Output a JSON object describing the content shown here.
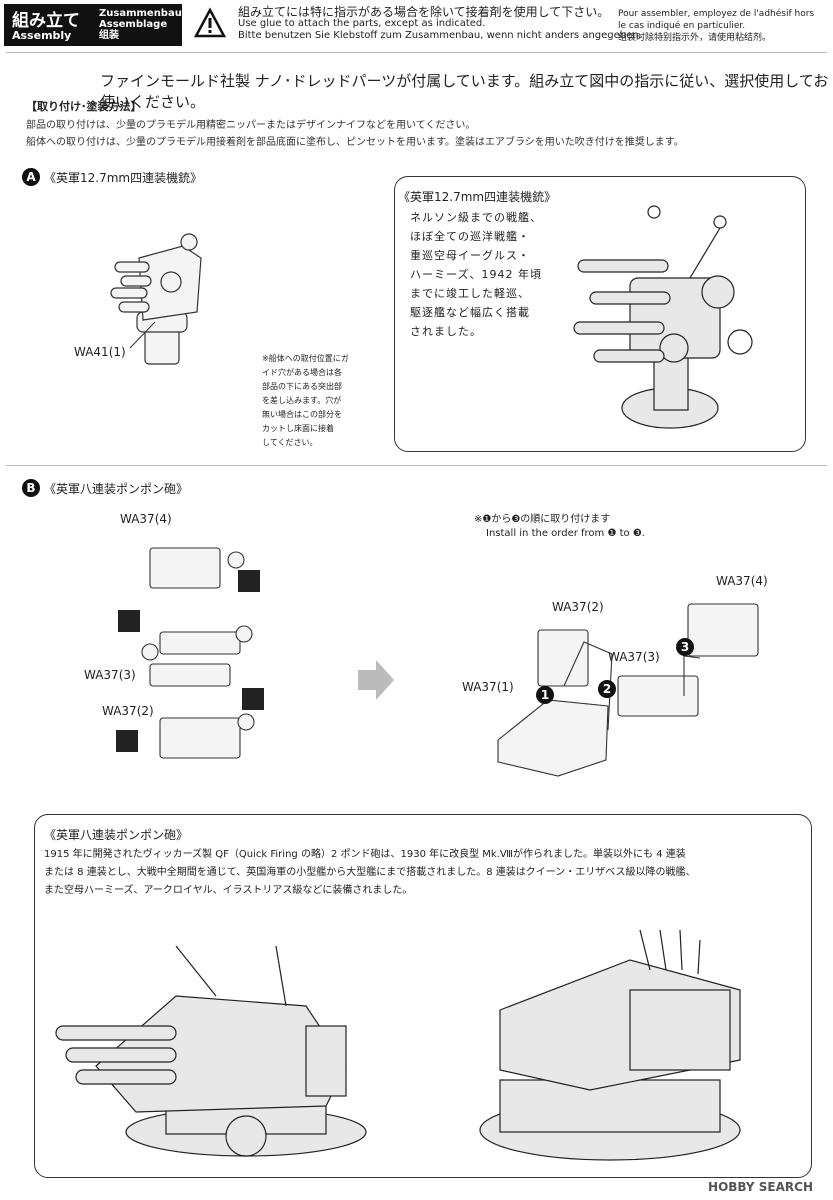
{
  "header": {
    "ja_title": "組み立て",
    "en_title": "Assembly",
    "de_title": "Zusammenbau",
    "fr_title": "Assemblage",
    "cn_title": "组装",
    "warning_ja": "組み立てには特に指示がある場合を除いて接着剤を使用して下さい。",
    "warning_en": "Use glue to attach the parts, except as indicated.",
    "warning_de": "Bitte benutzen Sie Klebstoff zum Zusammenbau, wenn nicht anders angegeben.",
    "warning_fr_1": "Pour assembler, employez de l'adhésif hors",
    "warning_fr_2": "le cas indiqué en particulier.",
    "warning_cn": "组装时除特别指示外，请使用粘结剂。"
  },
  "intro": {
    "title": "ファインモールド社製 ナノ･ドレッドパーツが付属しています。組み立て図中の指示に従い、選択使用してお使いください。",
    "method_title": "【取り付け･塗装方法】",
    "lines": [
      "部品の取り付けは、少量のプラモデル用精密ニッパーまたはデザインナイフなどを用いてください。",
      "船体への取り付けは、少量のプラモデル用接着剤を部品底面に塗布し、ピンセットを用います。塗装はエアブラシを用いた吹き付けを推奨します。"
    ]
  },
  "section_a": {
    "marker": "A",
    "title": "《英軍12.7mm四連装機銃》",
    "part_label": "WA41(1)",
    "note_lines": [
      "※船体への取付位置にガ",
      "イド穴がある場合は各",
      "部品の下にある突出部",
      "を差し込みます。穴が",
      "無い場合はこの部分を",
      "カットし床面に接着",
      "してください。"
    ],
    "box_title": "《英軍12.7mm四連装機銃》",
    "box_lines": [
      "ネルソン級までの戦艦、",
      "ほぼ全ての巡洋戦艦・",
      "重巡空母イーグルス・",
      "ハーミーズ、1942 年頃",
      "までに竣工した軽巡、",
      "駆逐艦など幅広く搭載",
      "されました。"
    ]
  },
  "section_b": {
    "marker": "B",
    "title": "《英軍八連装ポンポン砲》",
    "left_labels": [
      "WA37(4)",
      "WA37(3)",
      "WA37(2)"
    ],
    "order_note_ja": "※❶から❸の順に取り付けます",
    "order_note_en": "Install in the order from ❶ to ❸.",
    "right_labels": [
      "WA37(4)",
      "WA37(2)",
      "WA37(3)",
      "WA37(1)"
    ],
    "steps": [
      "1",
      "2",
      "3"
    ],
    "box_title": "《英軍八連装ポンポン砲》",
    "box_lines": [
      "1915 年に開発されたヴィッカーズ製 QF（Quick Firing の略）2 ポンド砲は、1930 年に改良型 Mk.Ⅷが作られました。単装以外にも 4 連装",
      "または 8 連装とし、大戦中全期間を通じて、英国海軍の小型艦から大型艦にまで搭載されました。8 連装はクイーン・エリザベス級以降の戦艦、",
      "また空母ハーミーズ、アークロイヤル、イラストリアス級などに装備されました。"
    ]
  },
  "watermark": "HOBBY SEARCH"
}
